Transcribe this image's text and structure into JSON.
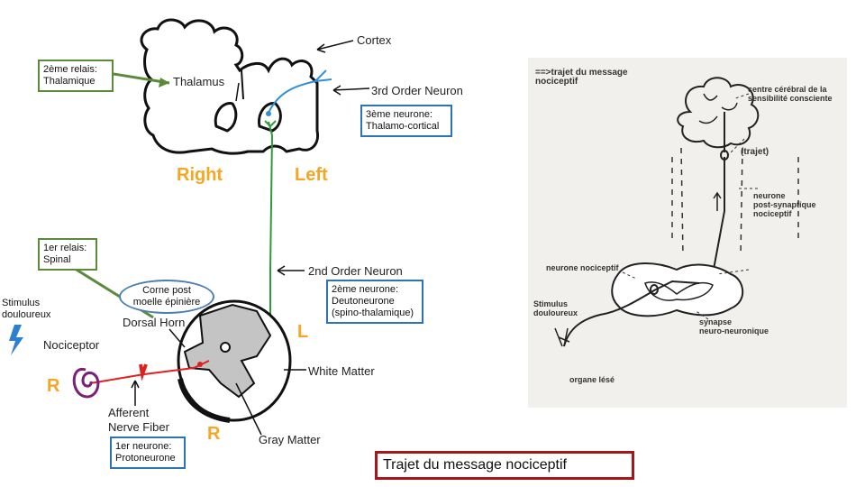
{
  "diagram": {
    "labels": {
      "cortex": "Cortex",
      "thalamus": "Thalamus",
      "third_order": "3rd Order Neuron",
      "right": "Right",
      "left": "Left",
      "second_order": "2nd Order Neuron",
      "dorsal_horn": "Dorsal Horn",
      "nociceptor": "Nociceptor",
      "r_left": "R",
      "l_right": "L",
      "white_matter": "White Matter",
      "afferent_1": "Afferent",
      "afferent_2": "Nerve Fiber",
      "r_bottom": "R",
      "gray_matter": "Gray Matter"
    },
    "boxes": {
      "relais2_line1": "2ème relais:",
      "relais2_line2": "Thalamique",
      "neurone3_line1": "3ème neurone:",
      "neurone3_line2": "Thalamo-cortical",
      "relais1_line1": "1er relais:",
      "relais1_line2": "Spinal",
      "stimulus_line1": "Stimulus",
      "stimulus_line2": "douloureux",
      "corne_line1": "Corne post",
      "corne_line2": "moelle épinière",
      "neurone2_line1": "2ème neurone:",
      "neurone2_line2": "Deutoneurone",
      "neurone2_line3": "(spino-thalamique)",
      "neurone1_line1": "1er neurone:",
      "neurone1_line2": "Protoneurone"
    }
  },
  "scan": {
    "title_line1": "==>trajet du message",
    "title_line2": "nociceptif",
    "centre_line1": "centre cérébral de la",
    "centre_line2": "sensibilité consciente",
    "trajet": "(trajet)",
    "post_line1": "neurone",
    "post_line2": "post-synaptique",
    "post_line3": "nociceptif",
    "neurone_noci": "neurone nociceptif",
    "stimulus_line1": "Stimulus",
    "stimulus_line2": "douloureux",
    "synapse_line1": "synapse",
    "synapse_line2": "neuro-neuronique",
    "organe": "organe lésé"
  },
  "caption": "Trajet du message nociceptif",
  "colors": {
    "green_box": "#5a8a3a",
    "blue_box": "#2e74b5",
    "orange_text": "#f5a623",
    "red_fiber": "#e02020",
    "green_fiber": "#2e9a3a",
    "blue_fiber": "#2f8fd8",
    "purple_nociceptor": "#7a1f7a",
    "caption_border": "#a4161a"
  }
}
